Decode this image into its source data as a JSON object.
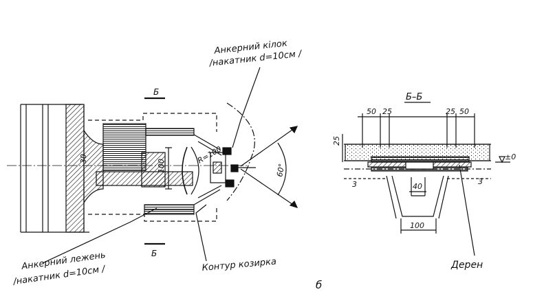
{
  "labels": {
    "anchor_block_line1": "Анкерний кілок",
    "anchor_block_line2": "/накатник d=10см /",
    "anchor_bed_line1": "Анкерний лежень",
    "anchor_bed_line2": "/накатник d=10см /",
    "visor_contour": "Контур козирка",
    "turf": "Дерен",
    "figure_letter": "б"
  },
  "section_marks": {
    "top": "Б",
    "bottom": "Б",
    "section_title": "Б–Б"
  },
  "plan_dims": {
    "side_width": "30",
    "inner_width": "100",
    "angle": "60°",
    "radius": "R=100"
  },
  "section_dims": {
    "top_50_left": "50",
    "top_25_left": "25",
    "top_25_right": "25",
    "top_50_right": "50",
    "height_25": "25",
    "level_zero": "±0",
    "bottom_40": "40",
    "bottom_100": "100",
    "mark_3_left": "3",
    "mark_3_right": "3"
  },
  "colors": {
    "ink": "#111111",
    "paper": "#ffffff"
  }
}
